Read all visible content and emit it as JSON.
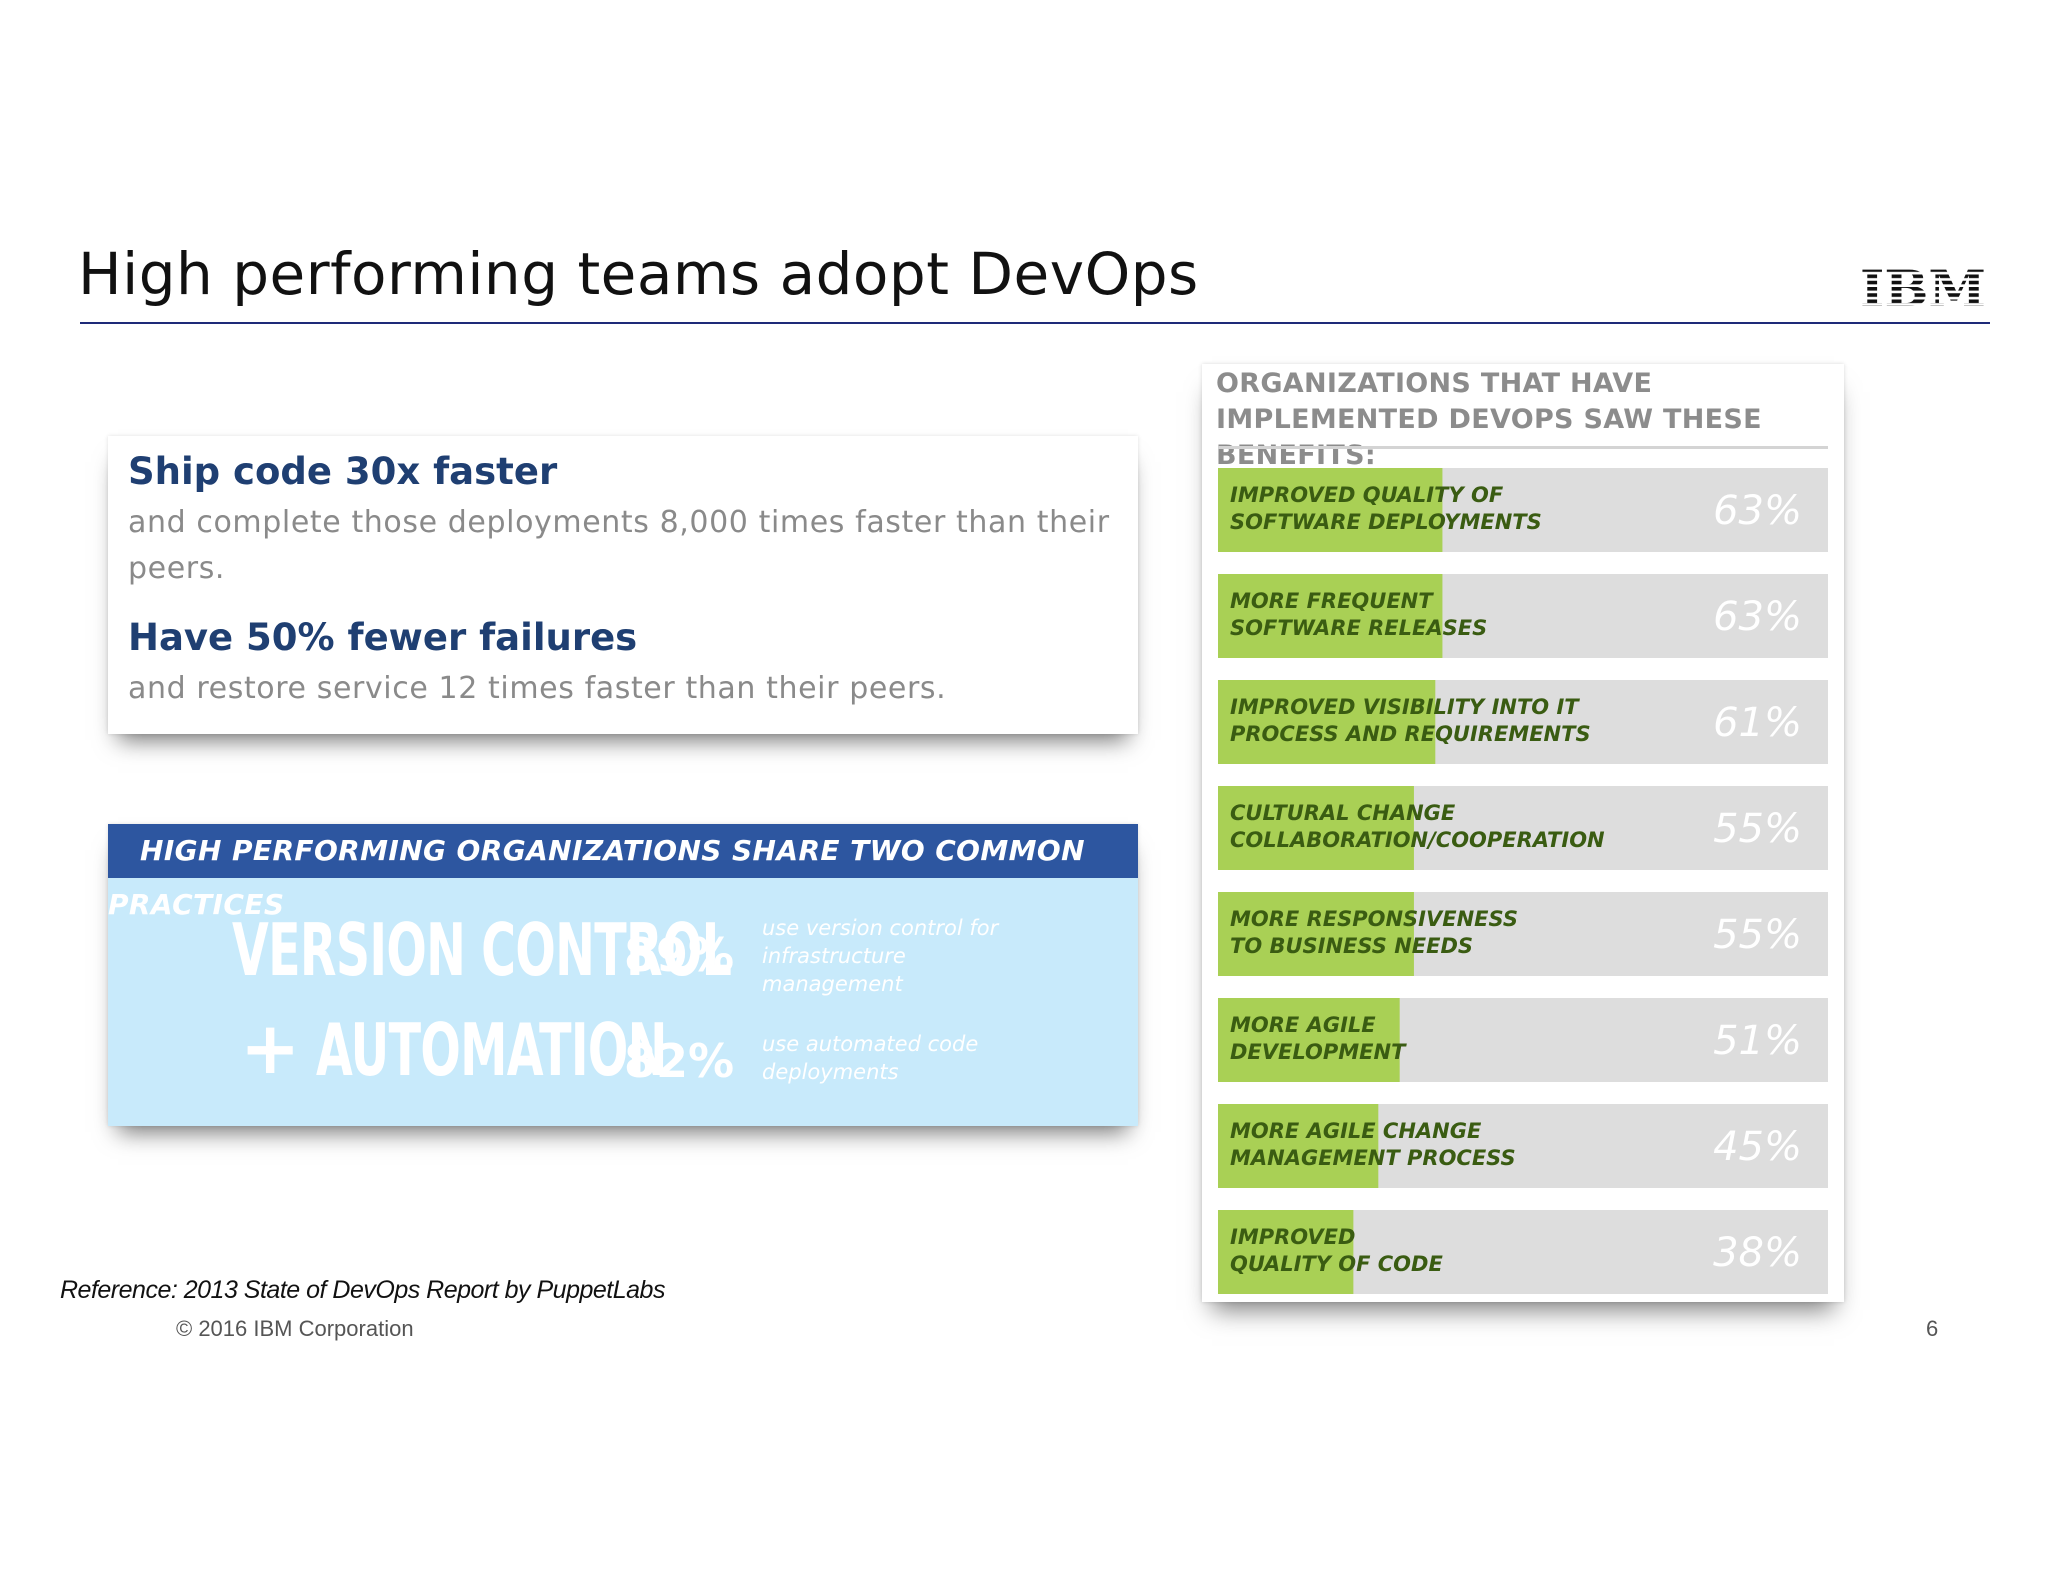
{
  "slide": {
    "title": "High performing teams adopt DevOps",
    "logo": "IBM",
    "reference": "Reference: 2013 State of DevOps Report by PuppetLabs",
    "copyright": "© 2016 IBM Corporation",
    "page_number": "6"
  },
  "stats_card": {
    "heading1": "Ship code 30x faster",
    "body1": "and complete those deployments 8,000 times faster than their peers.",
    "heading2": "Have 50% fewer failures",
    "body2": "and restore service 12 times faster than their peers."
  },
  "practices_card": {
    "header": "HIGH PERFORMING ORGANIZATIONS SHARE TWO COMMON PRACTICES",
    "items": [
      {
        "prefix": "",
        "name": "VERSION CONTROL",
        "percent": "89%",
        "description": "use version control for infrastructure management"
      },
      {
        "prefix": "+",
        "name": "AUTOMATION",
        "percent": "82%",
        "description": "use automated code deployments"
      }
    ]
  },
  "colors": {
    "bar_fill": "#a9d055",
    "bar_track": "#dddddd",
    "bar_label": "#3a5c12",
    "percent_text": "#ffffff",
    "heading_blue": "#1f3f72",
    "header_blue": "#2d56a0",
    "card_light_blue": "#c8eafb"
  },
  "chart_data": {
    "type": "bar",
    "orientation": "horizontal",
    "title": "ORGANIZATIONS THAT HAVE IMPLEMENTED DEVOPS SAW THESE BENEFITS:",
    "xlim": [
      0,
      100
    ],
    "grid": false,
    "categories": [
      [
        "IMPROVED QUALITY OF",
        "SOFTWARE DEPLOYMENTS"
      ],
      [
        "MORE FREQUENT",
        "SOFTWARE RELEASES"
      ],
      [
        "IMPROVED VISIBILITY INTO IT",
        "PROCESS AND REQUIREMENTS"
      ],
      [
        "CULTURAL CHANGE",
        "COLLABORATION/COOPERATION"
      ],
      [
        "MORE RESPONSIVENESS",
        "TO BUSINESS NEEDS"
      ],
      [
        "MORE AGILE",
        "DEVELOPMENT"
      ],
      [
        "MORE AGILE CHANGE",
        "MANAGEMENT PROCESS"
      ],
      [
        "IMPROVED",
        "QUALITY OF CODE"
      ]
    ],
    "values": [
      63,
      63,
      61,
      55,
      55,
      51,
      45,
      38
    ],
    "value_labels": [
      "63%",
      "63%",
      "61%",
      "55%",
      "55%",
      "51%",
      "45%",
      "38%"
    ]
  }
}
